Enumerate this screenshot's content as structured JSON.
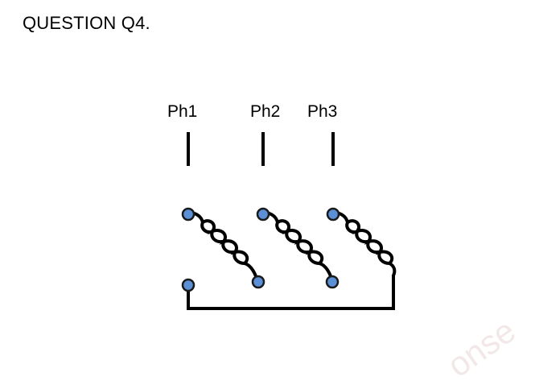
{
  "question": {
    "title": "QUESTION Q4."
  },
  "diagram": {
    "phase_labels": [
      "Ph1",
      "Ph2",
      "Ph3"
    ],
    "colors": {
      "line": "#000000",
      "terminal_fill": "#5b8fd6",
      "terminal_stroke": "#1a1a1a"
    }
  },
  "watermark": {
    "text": "onse"
  }
}
